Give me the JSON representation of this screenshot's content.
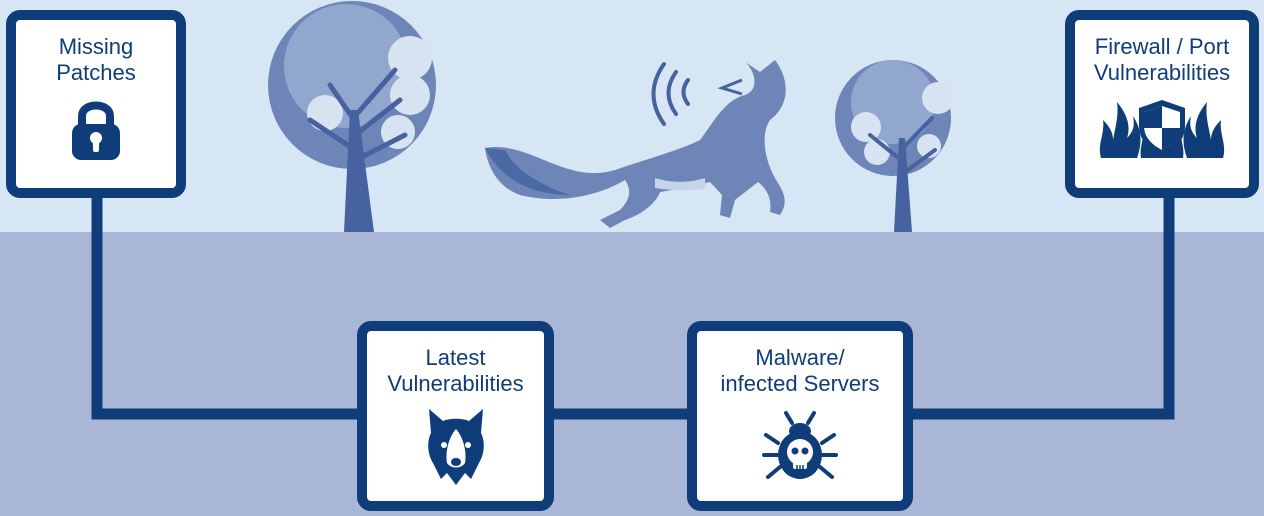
{
  "colors": {
    "sky": "#d6e6f4",
    "ground": "#a9b6d5",
    "accent": "#0f3d7a",
    "tree_trunk": "#46639f",
    "tree_canopy": "#6e85b7",
    "tree_canopy_light": "#aec2e2",
    "fox": "#6e85b7",
    "fox_dark": "#4a6aa5"
  },
  "nodes": [
    {
      "id": "missing-patches",
      "label": "Missing\nPatches",
      "icon": "padlock-icon"
    },
    {
      "id": "latest-vulnerabilities",
      "label": "Latest\nVulnerabilities",
      "icon": "wolf-head-icon"
    },
    {
      "id": "malware-infected-servers",
      "label": "Malware/\ninfected Servers",
      "icon": "skull-bug-icon"
    },
    {
      "id": "firewall-port-vulnerabilities",
      "label": "Firewall / Port\nVulnerabilities",
      "icon": "burning-shield-icon"
    }
  ],
  "illustration": [
    "tree-illustration",
    "fox-illustration",
    "tree-illustration"
  ]
}
